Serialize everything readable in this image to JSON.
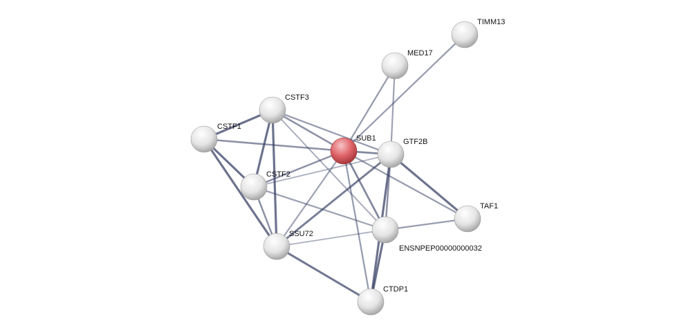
{
  "colors": {
    "edge": "#3a4266",
    "node": "#e6e6e6",
    "query_node": "#d9545a"
  },
  "nodes": [
    {
      "id": "TIMM13",
      "label": "TIMM13"
    },
    {
      "id": "MED17",
      "label": "MED17"
    },
    {
      "id": "CSTF3",
      "label": "CSTF3"
    },
    {
      "id": "CSTF1",
      "label": "CSTF1"
    },
    {
      "id": "SUB1",
      "label": "SUB1",
      "query": true
    },
    {
      "id": "GTF2B",
      "label": "GTF2B"
    },
    {
      "id": "CSTF2",
      "label": "CSTF2"
    },
    {
      "id": "ENSNPEP",
      "label": "ENSNPEP00000000032"
    },
    {
      "id": "TAF1",
      "label": "TAF1"
    },
    {
      "id": "SSU72",
      "label": "SSU72"
    },
    {
      "id": "CTDP1",
      "label": "CTDP1"
    }
  ],
  "edges": [
    [
      "TIMM13",
      "SUB1",
      0.5
    ],
    [
      "MED17",
      "SUB1",
      0.5
    ],
    [
      "MED17",
      "GTF2B",
      0.45
    ],
    [
      "CSTF3",
      "CSTF1",
      0.9
    ],
    [
      "CSTF3",
      "SUB1",
      0.6
    ],
    [
      "CSTF3",
      "CSTF2",
      0.9
    ],
    [
      "CSTF3",
      "SSU72",
      0.9
    ],
    [
      "CSTF3",
      "ENSNPEP",
      0.35
    ],
    [
      "CSTF3",
      "GTF2B",
      0.5
    ],
    [
      "CSTF1",
      "SUB1",
      0.6
    ],
    [
      "CSTF1",
      "CSTF2",
      0.9
    ],
    [
      "CSTF1",
      "SSU72",
      0.9
    ],
    [
      "SUB1",
      "GTF2B",
      0.7
    ],
    [
      "SUB1",
      "CSTF2",
      0.6
    ],
    [
      "SUB1",
      "TAF1",
      0.5
    ],
    [
      "SUB1",
      "ENSNPEP",
      0.7
    ],
    [
      "SUB1",
      "SSU72",
      0.45
    ],
    [
      "SUB1",
      "CTDP1",
      0.5
    ],
    [
      "GTF2B",
      "TAF1",
      0.9
    ],
    [
      "GTF2B",
      "ENSNPEP",
      0.6
    ],
    [
      "GTF2B",
      "CTDP1",
      0.9
    ],
    [
      "GTF2B",
      "SSU72",
      0.8
    ],
    [
      "GTF2B",
      "CSTF2",
      0.3
    ],
    [
      "CSTF2",
      "SSU72",
      0.6
    ],
    [
      "CSTF2",
      "ENSNPEP",
      0.45
    ],
    [
      "ENSNPEP",
      "TAF1",
      0.5
    ],
    [
      "ENSNPEP",
      "CTDP1",
      0.9
    ],
    [
      "ENSNPEP",
      "SSU72",
      0.3
    ],
    [
      "SSU72",
      "CTDP1",
      0.85
    ]
  ]
}
